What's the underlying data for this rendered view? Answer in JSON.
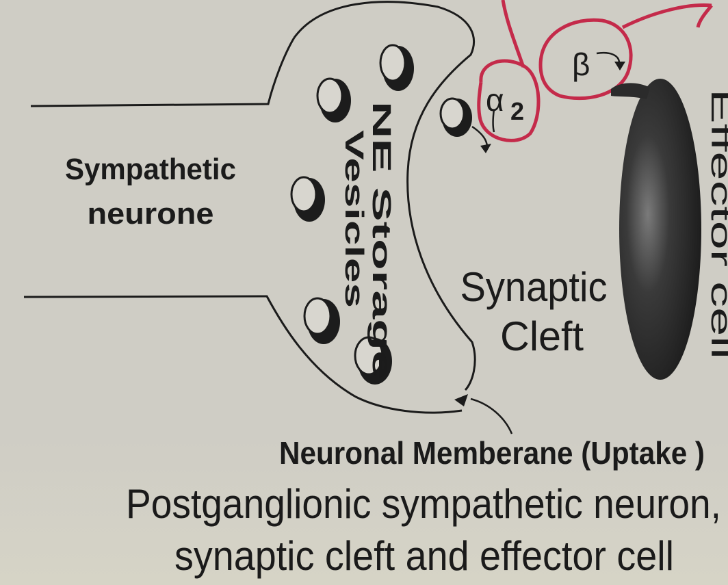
{
  "labels": {
    "sympathetic_line1": "Sympathetic",
    "sympathetic_line2": "neurone",
    "ne_line1": "NE Storage",
    "ne_line2": "Vesicles",
    "alpha2": "α",
    "alpha2_sub": "2",
    "beta": "β",
    "synaptic_line1": "Synaptic",
    "synaptic_line2": "Cleft",
    "effector": "Effector cell",
    "membrane": "Neuronal Memberane (Uptake )",
    "caption_line1": "Postganglionic sympathetic neuron,",
    "caption_line2": "synaptic cleft and effector cell"
  },
  "colors": {
    "background": "#cfcdc5",
    "ink": "#1b1b1b",
    "receptor_pen": "#c42a4a",
    "effector_fill": "#2b2b2b"
  }
}
